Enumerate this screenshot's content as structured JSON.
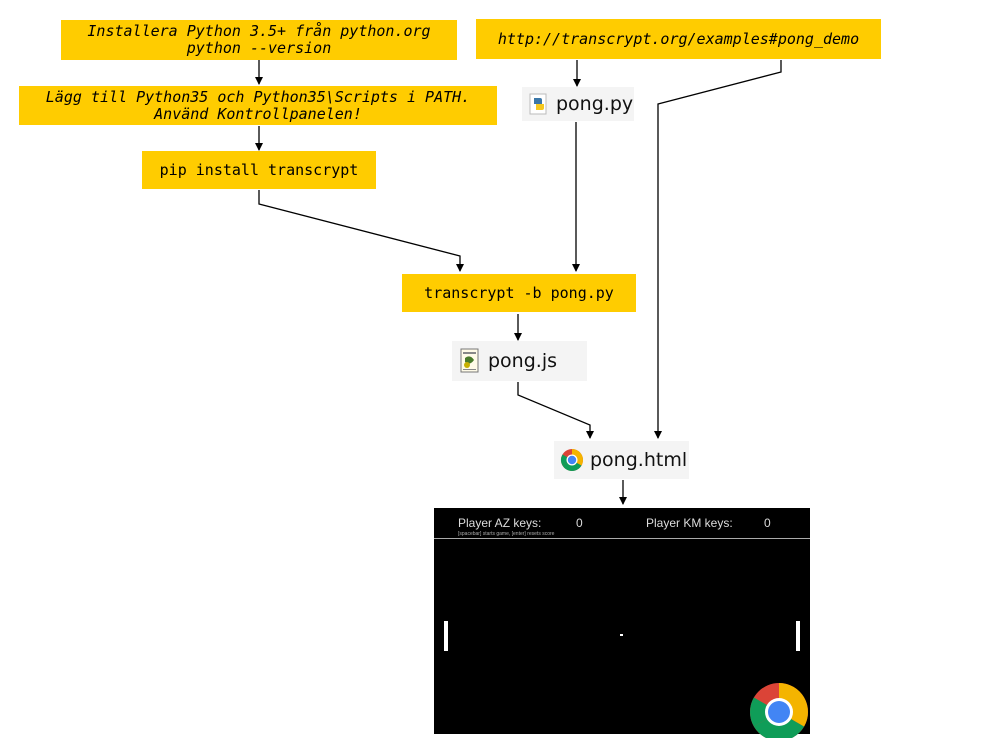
{
  "nodes": {
    "install_python": {
      "line1": "Installera Python 3.5+ från python.org",
      "line2": "python --version"
    },
    "add_path": {
      "line1": "Lägg till Python35 och Python35\\Scripts i PATH.",
      "line2": "Använd Kontrollpanelen!"
    },
    "pip_install": {
      "label": "pip install transcrypt"
    },
    "url": {
      "label": "http://transcrypt.org/examples#pong_demo"
    },
    "pong_py": {
      "label": "pong.py",
      "icon": "python-file-icon"
    },
    "transcrypt_cmd": {
      "label": "transcrypt -b pong.py"
    },
    "pong_js": {
      "label": "pong.js",
      "icon": "script-file-icon"
    },
    "pong_html": {
      "label": "pong.html",
      "icon": "chrome-icon"
    }
  },
  "game": {
    "player1_label": "Player AZ keys:",
    "player1_score": "0",
    "player2_label": "Player KM keys:",
    "player2_score": "0",
    "hint": "[spacebar] starts game, [enter] resets score"
  },
  "colors": {
    "box": "#ffcc00",
    "arrow": "#000000",
    "game_bg": "#000000"
  }
}
